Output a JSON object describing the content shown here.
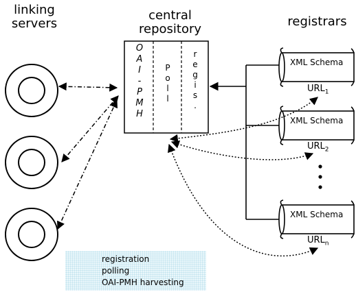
{
  "headers": {
    "linking_servers": [
      "linking",
      "servers"
    ],
    "central_repository": [
      "central",
      "repository"
    ],
    "registrars": "registrars"
  },
  "repository_columns": {
    "oai_pmh": [
      "O",
      "A",
      "I",
      "-",
      "P",
      "M",
      "H"
    ],
    "poll": [
      "P",
      "o",
      "l",
      "l"
    ],
    "regis": [
      "r",
      "e",
      "g",
      "i",
      "s",
      "."
    ]
  },
  "registrars": [
    {
      "schema": "XML Schema",
      "url": "URL",
      "sub": "1"
    },
    {
      "schema": "XML Schema",
      "url": "URL",
      "sub": "2"
    },
    {
      "schema": "XML Schema",
      "url": "URL",
      "sub": "n"
    }
  ],
  "legend": {
    "registration": "registration",
    "polling": "polling",
    "harvesting": "OAI-PMH harvesting"
  },
  "colors": {
    "ink": "#000000",
    "box_fill": "#ffffff",
    "legend_bg": "#eaf7fb"
  }
}
